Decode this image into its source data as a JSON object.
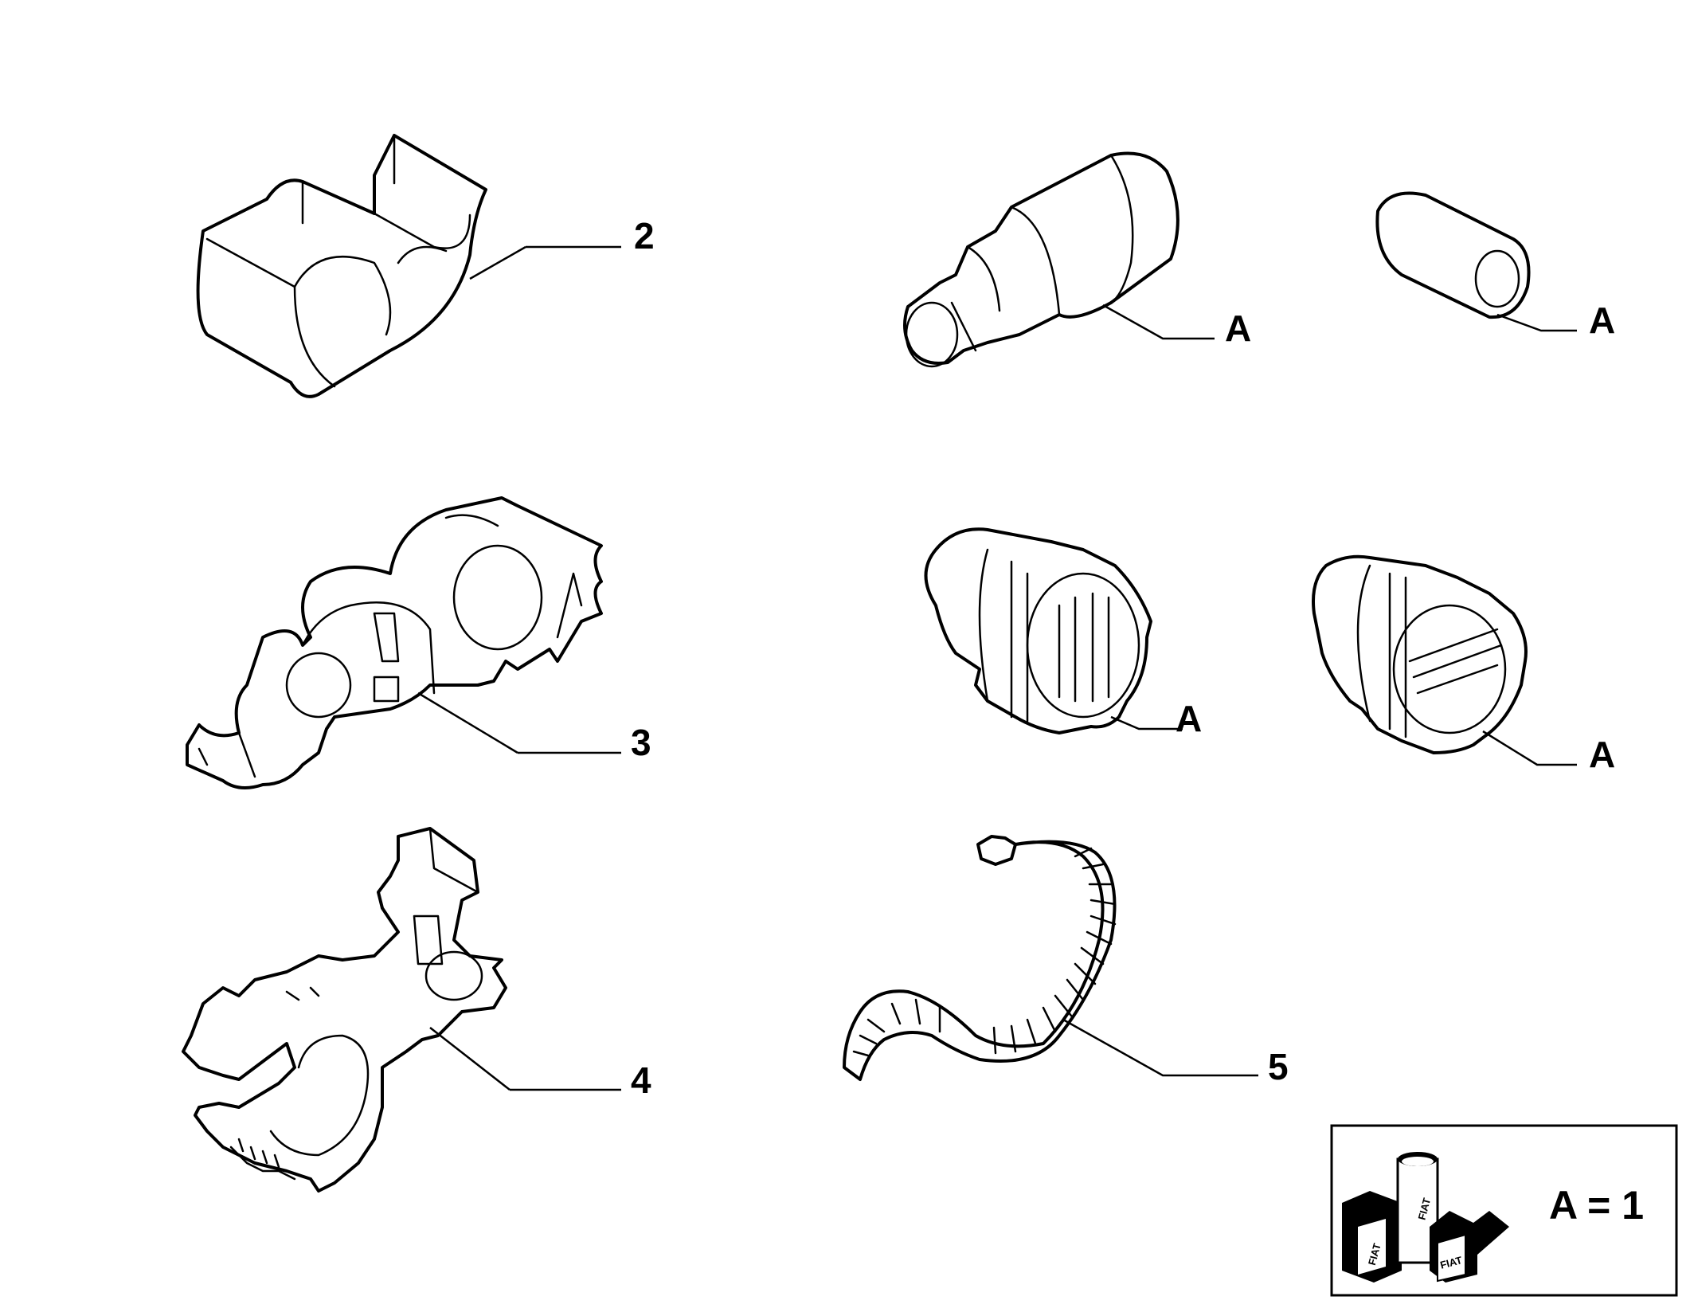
{
  "callouts": {
    "part_2": "2",
    "part_3": "3",
    "part_4": "4",
    "part_5": "5",
    "part_a1": "A",
    "part_a2": "A",
    "part_a3": "A",
    "part_a4": "A"
  },
  "legend": {
    "text": "A = 1",
    "logo_lettering": "FIAT"
  },
  "colors": {
    "line": "#000000",
    "background": "#ffffff"
  }
}
